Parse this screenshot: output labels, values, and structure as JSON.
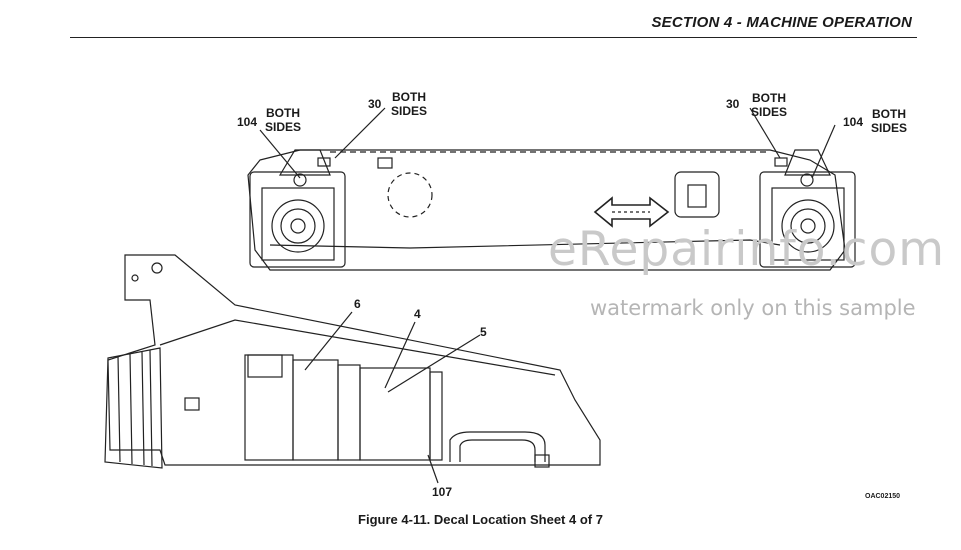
{
  "header": {
    "section_title": "SECTION 4 - MACHINE OPERATION"
  },
  "callouts": {
    "both_sides": "BOTH\nSIDES",
    "n30": "30",
    "n104": "104",
    "n6": "6",
    "n4": "4",
    "n5": "5",
    "n107": "107"
  },
  "watermark": {
    "site": "eRepairinfo.com",
    "note": "watermark only on this sample"
  },
  "figure": {
    "caption": "Figure 4-11. Decal Location Sheet 4 of 7",
    "code": "OAC02150"
  },
  "colors": {
    "line": "#222222",
    "watermark": "#c9c9c9"
  }
}
